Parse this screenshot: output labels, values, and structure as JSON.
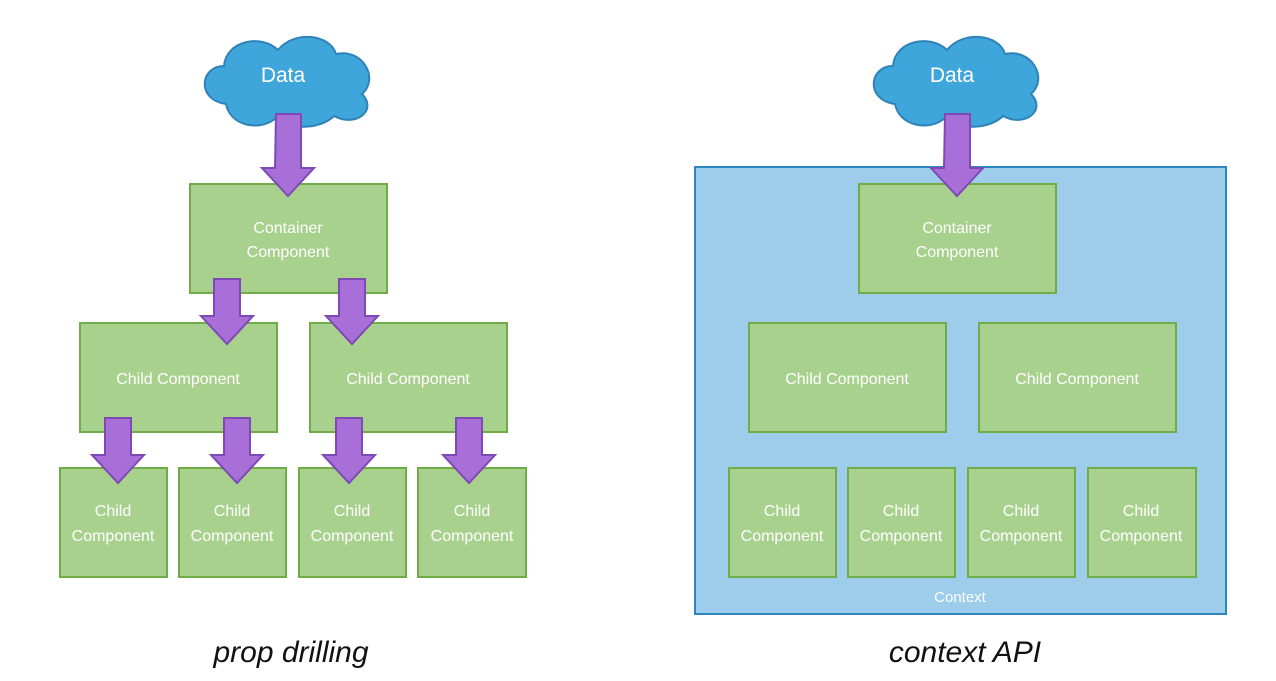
{
  "left_panel": {
    "cloud_label": "Data",
    "container": [
      "Container",
      "Component"
    ],
    "children": [
      "Child Component",
      "Child Component"
    ],
    "grandchildren": [
      [
        "Child",
        "Component"
      ],
      [
        "Child",
        "Component"
      ],
      [
        "Child",
        "Component"
      ],
      [
        "Child",
        "Component"
      ]
    ],
    "caption": "prop drilling"
  },
  "right_panel": {
    "cloud_label": "Data",
    "context_label": "Context",
    "container": [
      "Container",
      "Component"
    ],
    "children": [
      "Child Component",
      "Child Component"
    ],
    "grandchildren": [
      [
        "Child",
        "Component"
      ],
      [
        "Child",
        "Component"
      ],
      [
        "Child",
        "Component"
      ],
      [
        "Child",
        "Component"
      ]
    ],
    "caption": "context API"
  },
  "colors": {
    "component_fill": "#a9d18e",
    "component_border": "#70ad47",
    "arrow": "#a86fd9",
    "cloud": "#3fa6dc",
    "context_fill": "#9dcdeb",
    "context_border": "#2e86c1"
  }
}
